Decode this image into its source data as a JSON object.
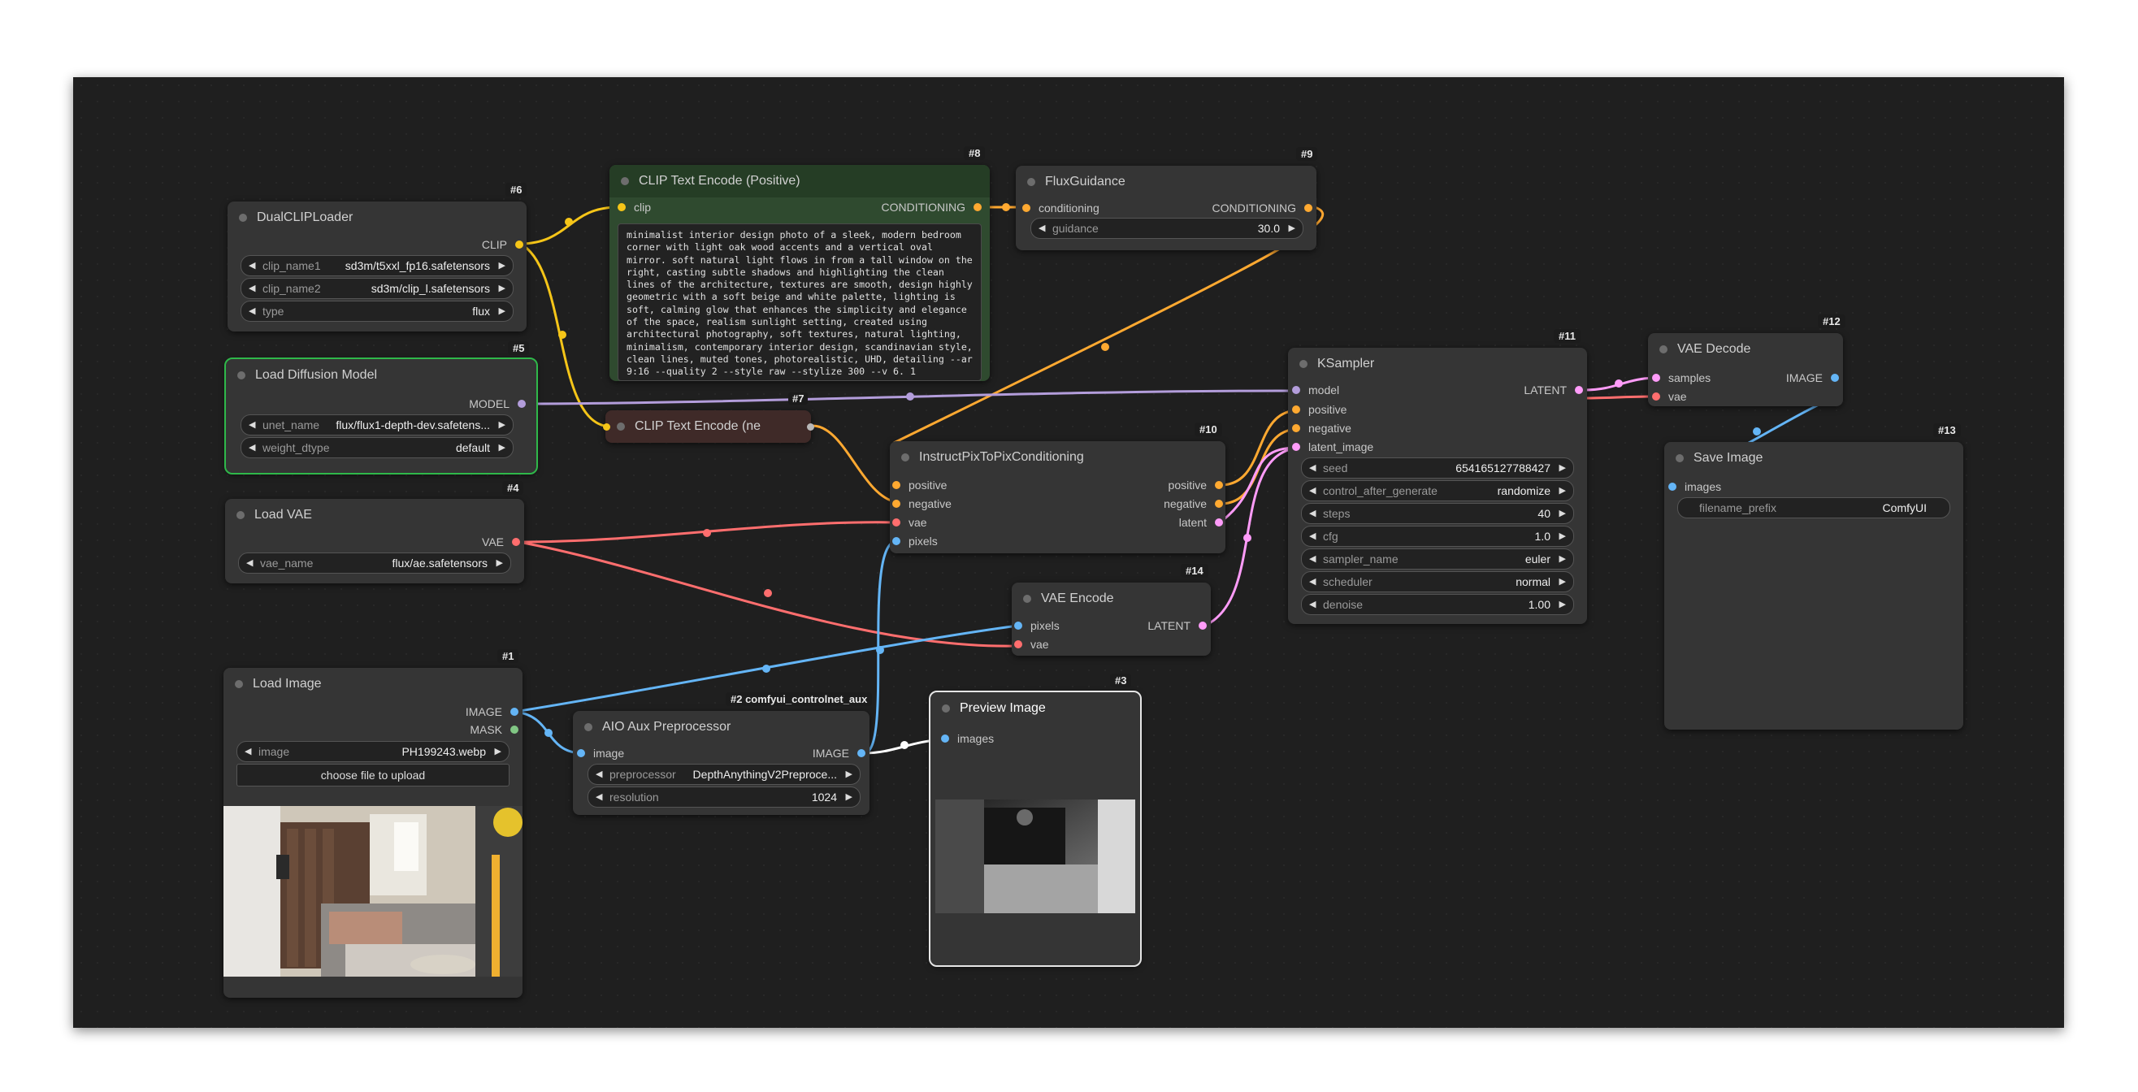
{
  "colors": {
    "clip": "#f5c518",
    "conditioning": "#ffa931",
    "model": "#b39ddb",
    "vae": "#ff6e6e",
    "latent": "#ff9cf9",
    "image": "#64b5f6",
    "mask": "#81c784",
    "positive_node": "#2f4a2f",
    "negative_node": "#3f2a28"
  },
  "nodes": {
    "dualclip": {
      "id": "#6",
      "title": "DualCLIPLoader",
      "out_clip": "CLIP",
      "w1_label": "clip_name1",
      "w1_value": "sd3m/t5xxl_fp16.safetensors",
      "w2_label": "clip_name2",
      "w2_value": "sd3m/clip_l.safetensors",
      "w3_label": "type",
      "w3_value": "flux"
    },
    "diffusion": {
      "id": "#5",
      "title": "Load Diffusion Model",
      "out_model": "MODEL",
      "w1_label": "unet_name",
      "w1_value": "flux/flux1-depth-dev.safetens...",
      "w2_label": "weight_dtype",
      "w2_value": "default"
    },
    "loadvae": {
      "id": "#4",
      "title": "Load VAE",
      "out_vae": "VAE",
      "w1_label": "vae_name",
      "w1_value": "flux/ae.safetensors"
    },
    "loadimage": {
      "id": "#1",
      "title": "Load Image",
      "out_image": "IMAGE",
      "out_mask": "MASK",
      "w1_label": "image",
      "w1_value": "PH199243.webp",
      "upload": "choose file to upload"
    },
    "clippos": {
      "id": "#8",
      "title": "CLIP Text Encode (Positive)",
      "in_clip": "clip",
      "out_cond": "CONDITIONING",
      "text": "minimalist interior design photo of a sleek, modern bedroom corner with light oak wood accents and a vertical oval mirror. soft natural light flows in from a tall window on the right, casting subtle shadows and highlighting the clean lines of the architecture, textures are smooth, design highly geometric with a soft beige and white palette, lighting is soft, calming glow that enhances the simplicity and elegance of the space, realism sunlight setting, created using architectural photography, soft textures, natural lighting, minimalism, contemporary interior design, scandinavian style, clean lines, muted tones, photorealistic, UHD, detailing --ar 9:16 --quality 2 --style raw --stylize 300 --v 6. 1"
    },
    "clipneg": {
      "id": "#7",
      "title": "CLIP Text Encode (ne"
    },
    "flux": {
      "id": "#9",
      "title": "FluxGuidance",
      "in_cond": "conditioning",
      "out_cond": "CONDITIONING",
      "w1_label": "guidance",
      "w1_value": "30.0"
    },
    "instruct": {
      "id": "#10",
      "title": "InstructPixToPixConditioning",
      "in_pos": "positive",
      "in_neg": "negative",
      "in_vae": "vae",
      "in_pixels": "pixels",
      "out_pos": "positive",
      "out_neg": "negative",
      "out_latent": "latent"
    },
    "vaeencode": {
      "id": "#14",
      "title": "VAE Encode",
      "in_pixels": "pixels",
      "in_vae": "vae",
      "out_latent": "LATENT"
    },
    "aio": {
      "id": "#2 comfyui_controlnet_aux",
      "title": "AIO Aux Preprocessor",
      "in_image": "image",
      "out_image": "IMAGE",
      "w1_label": "preprocessor",
      "w1_value": "DepthAnythingV2Preproce...",
      "w2_label": "resolution",
      "w2_value": "1024"
    },
    "preview": {
      "id": "#3",
      "title": "Preview Image",
      "in_images": "images"
    },
    "ksampler": {
      "id": "#11",
      "title": "KSampler",
      "in_model": "model",
      "in_pos": "positive",
      "in_neg": "negative",
      "in_latent": "latent_image",
      "out_latent": "LATENT",
      "widgets": [
        {
          "label": "seed",
          "value": "654165127788427"
        },
        {
          "label": "control_after_generate",
          "value": "randomize"
        },
        {
          "label": "steps",
          "value": "40"
        },
        {
          "label": "cfg",
          "value": "1.0"
        },
        {
          "label": "sampler_name",
          "value": "euler"
        },
        {
          "label": "scheduler",
          "value": "normal"
        },
        {
          "label": "denoise",
          "value": "1.00"
        }
      ]
    },
    "vaedecode": {
      "id": "#12",
      "title": "VAE Decode",
      "in_samples": "samples",
      "in_vae": "vae",
      "out_image": "IMAGE"
    },
    "save": {
      "id": "#13",
      "title": "Save Image",
      "in_images": "images",
      "w1_label": "filename_prefix",
      "w1_value": "ComfyUI"
    }
  },
  "link_label_7": "#7"
}
